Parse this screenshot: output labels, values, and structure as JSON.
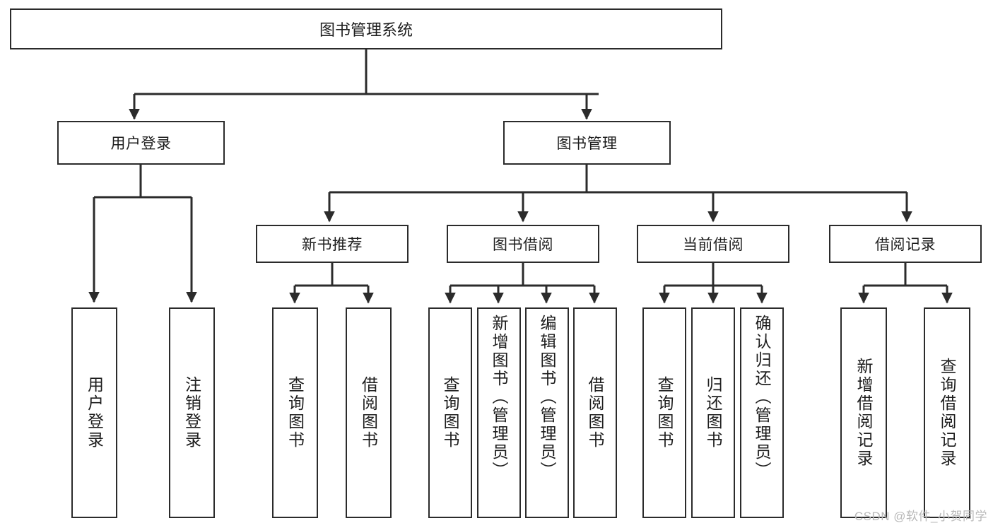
{
  "diagram": {
    "type": "tree",
    "title": "图书管理系统",
    "orientation": "top-down",
    "colors": {
      "stroke": "#2b2b2b",
      "fill": "#ffffff",
      "text": "#1d1d1d",
      "watermark": "#b8b8b8"
    }
  },
  "root": {
    "label": "图书管理系统"
  },
  "level2": [
    {
      "label": "用户登录"
    },
    {
      "label": "图书管理"
    }
  ],
  "level3": [
    {
      "label": "新书推荐"
    },
    {
      "label": "图书借阅"
    },
    {
      "label": "当前借阅"
    },
    {
      "label": "借阅记录"
    }
  ],
  "leaves": {
    "user_login": [
      {
        "label": "用户登录"
      },
      {
        "label": "注销登录"
      }
    ],
    "new_book_recommend": [
      {
        "label": "查询图书"
      },
      {
        "label": "借阅图书"
      }
    ],
    "book_borrow": [
      {
        "label": "查询图书"
      },
      {
        "label": "新增图书（管理员）"
      },
      {
        "label": "编辑图书（管理员）"
      },
      {
        "label": "借阅图书"
      }
    ],
    "current_borrow": [
      {
        "label": "查询图书"
      },
      {
        "label": "归还图书"
      },
      {
        "label": "确认归还（管理员）"
      }
    ],
    "borrow_record": [
      {
        "label": "新增借阅记录"
      },
      {
        "label": "查询借阅记录"
      }
    ]
  },
  "watermark": {
    "text": "CSDN @软件_小贺同学"
  }
}
